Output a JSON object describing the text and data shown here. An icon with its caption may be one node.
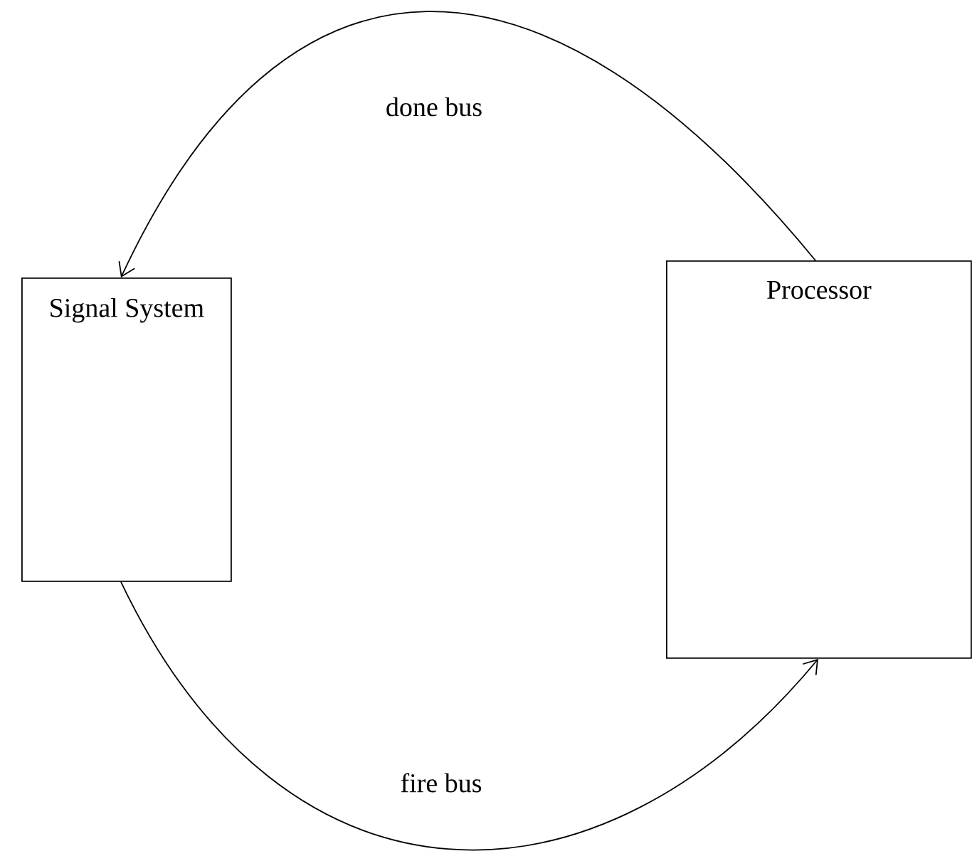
{
  "diagram": {
    "nodes": [
      {
        "text": [
          "Signal System"
        ]
      },
      {
        "text": [
          "Processor"
        ]
      }
    ],
    "edges": [
      {
        "from": 1,
        "to": 0,
        "arrow": "to",
        "label": "done bus"
      },
      {
        "from": 0,
        "to": 1,
        "arrow": "to",
        "label": "fire bus"
      }
    ]
  }
}
